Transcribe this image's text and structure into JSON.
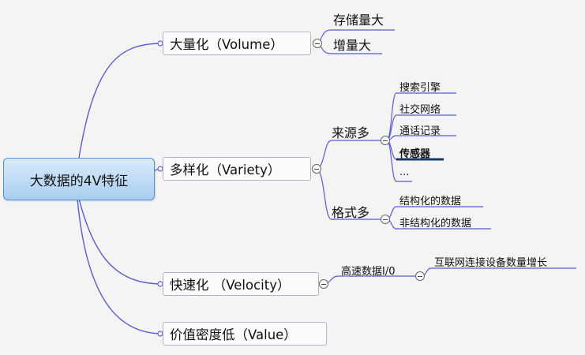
{
  "root": {
    "label": "大数据的4V特征"
  },
  "branches": {
    "volume": {
      "label": "大量化（Volume）",
      "children": [
        "存储量大",
        "增量大"
      ]
    },
    "variety": {
      "label": "多样化（Variety）",
      "source": {
        "label": "来源多",
        "items": [
          "搜索引擎",
          "社交网络",
          "通话记录",
          "传感器",
          "..."
        ]
      },
      "format": {
        "label": "格式多",
        "items": [
          "结构化的数据",
          "非结构化的数据"
        ]
      }
    },
    "velocity": {
      "label": "快速化 （Velocity）",
      "child": {
        "label": "高速数据I/0",
        "child": "互联网连接设备数量增长"
      }
    },
    "value": {
      "label": "价值密度低（Value）"
    }
  },
  "colors": {
    "branch_line": "#5b5bd0",
    "leaf_line": "#1a4a7a",
    "root_fill": "#b9d8f4"
  }
}
